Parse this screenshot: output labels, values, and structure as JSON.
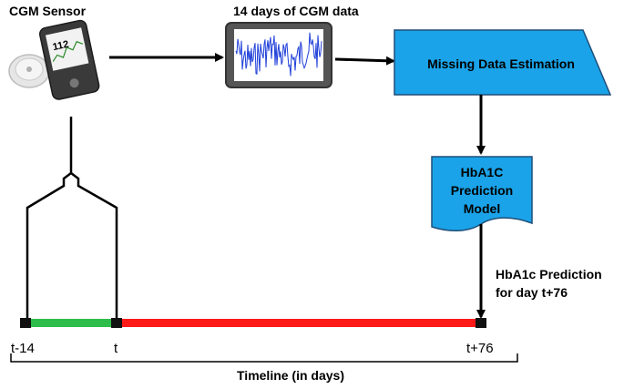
{
  "labels": {
    "cgm_sensor": "CGM Sensor",
    "cgm_data": "14 days of CGM data",
    "missing_data": "Missing Data Estimation",
    "model_line1": "HbA1C",
    "model_line2": "Prediction",
    "model_line3": "Model",
    "prediction_line1": "HbA1c Prediction",
    "prediction_line2": "for day t+76",
    "device_reading": "112",
    "timeline_title": "Timeline (in days)"
  },
  "timeline": {
    "ticks": [
      "t-14",
      "t",
      "t+76"
    ],
    "window_color": "#2ebd4a",
    "horizon_color": "#ff1a1a"
  },
  "colors": {
    "process_fill": "#1aa3e8",
    "process_stroke": "#1f4e79",
    "arrow": "#000000",
    "signal": "#1f3fd9"
  },
  "icons": [
    "cgm-sensor-disc-icon",
    "cgm-reader-device-icon",
    "cgm-monitor-icon"
  ]
}
